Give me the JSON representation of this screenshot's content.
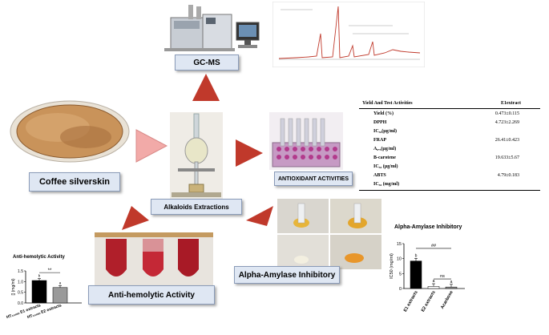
{
  "labels": {
    "gcms": "GC-MS",
    "coffee": "Coffee silverskin",
    "alkaloids": "Alkaloids Extractions",
    "antioxidant": "ANTIOXIDANT ACTIVITIES",
    "alpha_amylase": "Alpha-Amylase Inhibitory",
    "anti_hemolytic": "Anti-hemolytic Activity"
  },
  "table": {
    "title": "Yield And Test Activities",
    "column": "E1extract",
    "rows": [
      {
        "label": "Yield (%)",
        "value": "0.473±0.115"
      },
      {
        "label": "DPPH",
        "value": "4.723±2.269"
      },
      {
        "label": "IC₅₀(µg/ml)",
        "value": ""
      },
      {
        "label": "FRAP",
        "value": "26.41±0.423"
      },
      {
        "label": "A₀.₅(µg/ml)",
        "value": ""
      },
      {
        "label": "B-carotene",
        "value": "19.633±5.67"
      },
      {
        "label": "IC₅₀ (µg/ml)",
        "value": ""
      },
      {
        "label": "ABTS",
        "value": "4.79±0.183"
      },
      {
        "label": "IC₅₀ (mg/ml)",
        "value": ""
      }
    ]
  },
  "colors": {
    "arrow": "#c0392b",
    "arrow_light": "#f2aaa8",
    "label_bg": "#dfe7f3"
  },
  "chart_data": [
    {
      "type": "bar",
      "title": "Alpha-Amylase Inhibitory",
      "ylabel": "IC50 (mg/ml)",
      "categories": [
        "E1 extracts",
        "E2 extracts",
        "Acarbose"
      ],
      "values": [
        9.2,
        0.7,
        0.5
      ],
      "ylim": [
        0,
        15
      ],
      "yticks": [
        "0",
        "5",
        "10",
        "15"
      ],
      "annotations": {
        "letters": [
          "b",
          "a",
          "a"
        ],
        "sig_top": "##",
        "sig_mid": "ns"
      }
    },
    {
      "type": "bar",
      "title": "Anti-hemolytic Activity",
      "ylabel": "[] (mg/ml)",
      "categories": [
        "HT₅₀ₘᵢₙ E1 extracts",
        "HT₅₀ₘᵢₙ E2 extracts"
      ],
      "values": [
        1.05,
        0.72
      ],
      "ylim": [
        0,
        1.5
      ],
      "yticks": [
        "0.0",
        "0.5",
        "1.0",
        "1.5"
      ],
      "annotations": {
        "letters": [
          "b",
          "a"
        ],
        "sig_top": "**"
      }
    }
  ]
}
